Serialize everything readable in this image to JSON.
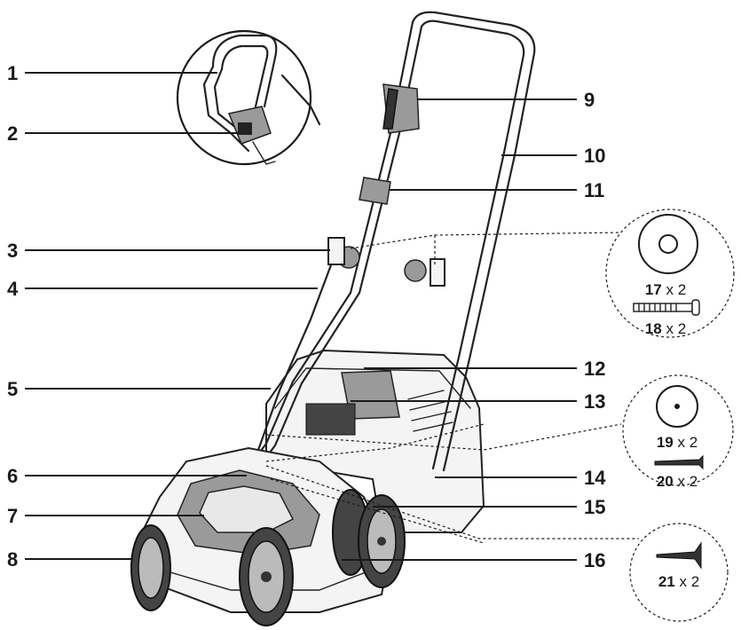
{
  "callouts": [
    {
      "id": "c1",
      "label": "1"
    },
    {
      "id": "c2",
      "label": "2"
    },
    {
      "id": "c3",
      "label": "3"
    },
    {
      "id": "c4",
      "label": "4"
    },
    {
      "id": "c5",
      "label": "5"
    },
    {
      "id": "c6",
      "label": "6"
    },
    {
      "id": "c7",
      "label": "7"
    },
    {
      "id": "c8",
      "label": "8"
    },
    {
      "id": "c9",
      "label": "9"
    },
    {
      "id": "c10",
      "label": "10"
    },
    {
      "id": "c11",
      "label": "11"
    },
    {
      "id": "c12",
      "label": "12"
    },
    {
      "id": "c13",
      "label": "13"
    },
    {
      "id": "c14",
      "label": "14"
    },
    {
      "id": "c15",
      "label": "15"
    },
    {
      "id": "c16",
      "label": "16"
    }
  ],
  "parts": {
    "p17": {
      "number": "17",
      "qty": "x 2"
    },
    "p18": {
      "number": "18",
      "qty": "x 2"
    },
    "p19": {
      "number": "19",
      "qty": "x 2"
    },
    "p20": {
      "number": "20",
      "qty": "x 2"
    },
    "p21": {
      "number": "21",
      "qty": "x 2"
    }
  },
  "colors": {
    "ink": "#1a1a1a",
    "grey": "#9a9a9a"
  }
}
